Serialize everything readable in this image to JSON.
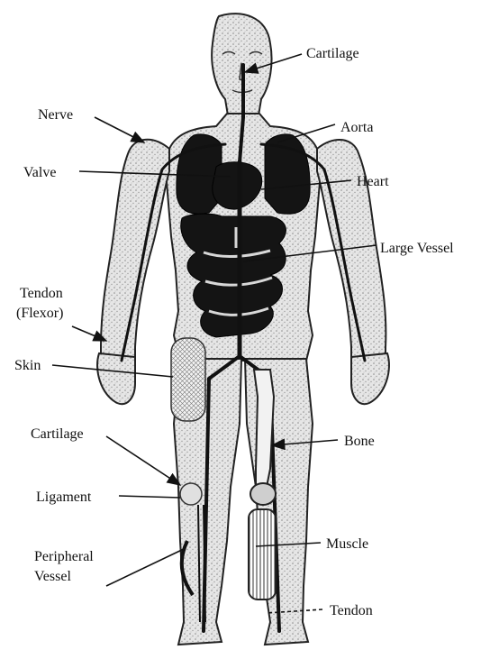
{
  "labels": {
    "cartilage_top": "Cartilage",
    "nerve": "Nerve",
    "aorta": "Aorta",
    "valve": "Valve",
    "heart": "Heart",
    "large_vessel": "Large Vessel",
    "tendon_flexor_line1": "Tendon",
    "tendon_flexor_line2": "(Flexor)",
    "skin": "Skin",
    "cartilage_knee": "Cartilage",
    "bone": "Bone",
    "ligament": "Ligament",
    "muscle": "Muscle",
    "peripheral_vessel_line1": "Peripheral",
    "peripheral_vessel_line2": "Vessel",
    "tendon": "Tendon"
  }
}
